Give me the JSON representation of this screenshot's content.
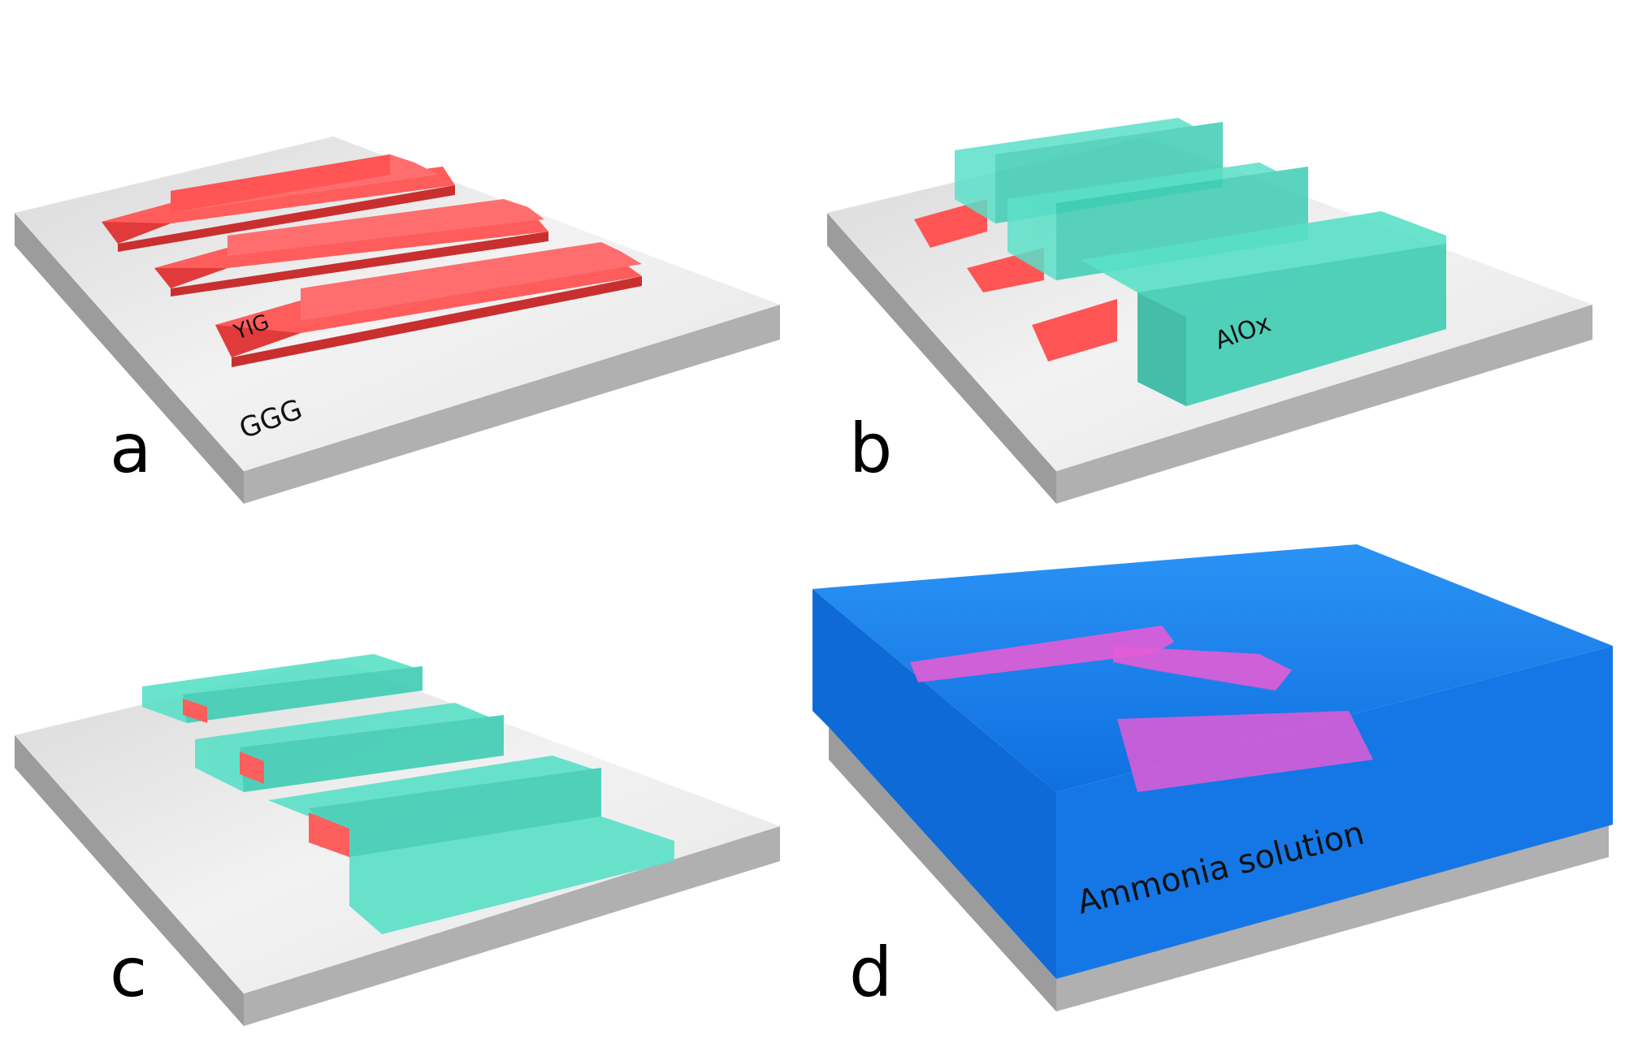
{
  "panels": {
    "a": {
      "label": "a",
      "substrate_label": "GGG",
      "stripe_label": "YIG"
    },
    "b": {
      "label": "b",
      "cover_label": "AlOx"
    },
    "c": {
      "label": "c"
    },
    "d": {
      "label": "d",
      "liquid_label": "Ammonia solution"
    }
  },
  "colors": {
    "substrate_top": "#e8e8e8",
    "substrate_side": "#a6a6a6",
    "yig": "#ff5050",
    "alox": "#4fd9c0",
    "solution": "#1a86ee",
    "flakes": "#e25cd6"
  }
}
